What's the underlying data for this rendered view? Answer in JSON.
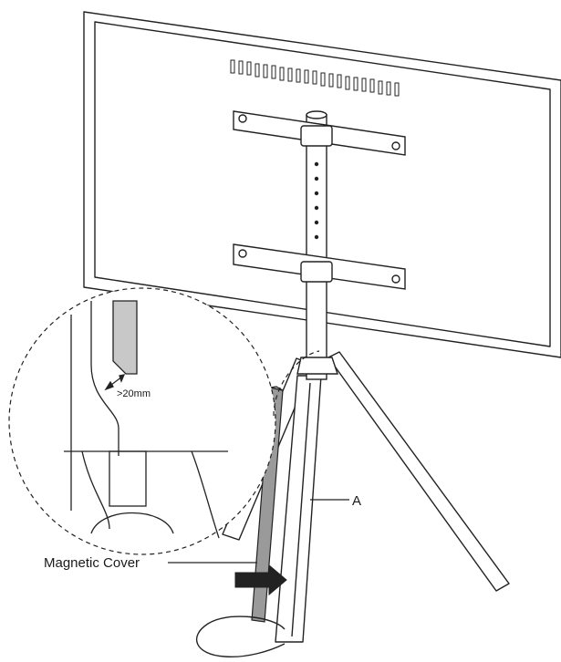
{
  "labels": {
    "clearance": ">20mm",
    "part_a": "A",
    "magnetic_cover": "Magnetic Cover"
  }
}
